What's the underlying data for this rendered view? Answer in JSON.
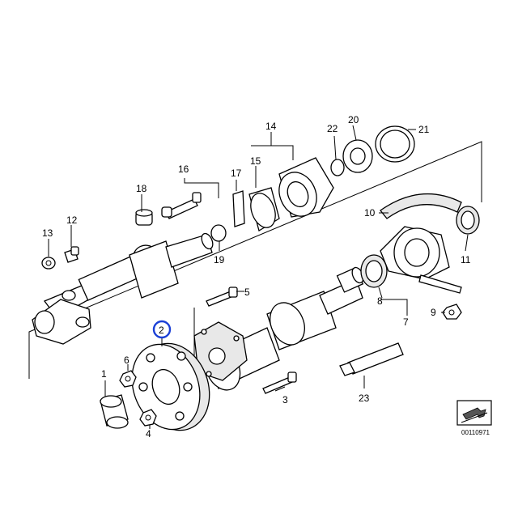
{
  "callouts": {
    "c1": "1",
    "c2": "2",
    "c3": "3",
    "c4": "4",
    "c5": "5",
    "c6": "6",
    "c7": "7",
    "c8": "8",
    "c9": "9",
    "c10": "10",
    "c11": "11",
    "c12": "12",
    "c13": "13",
    "c14": "14",
    "c15": "15",
    "c16": "16",
    "c17": "17",
    "c18": "18",
    "c19": "19",
    "c20": "20",
    "c21": "21",
    "c22": "22",
    "c23": "23"
  },
  "highlighted_callout": "2",
  "highlight_color": "#1a3fd6",
  "diagram_code": "00110971"
}
